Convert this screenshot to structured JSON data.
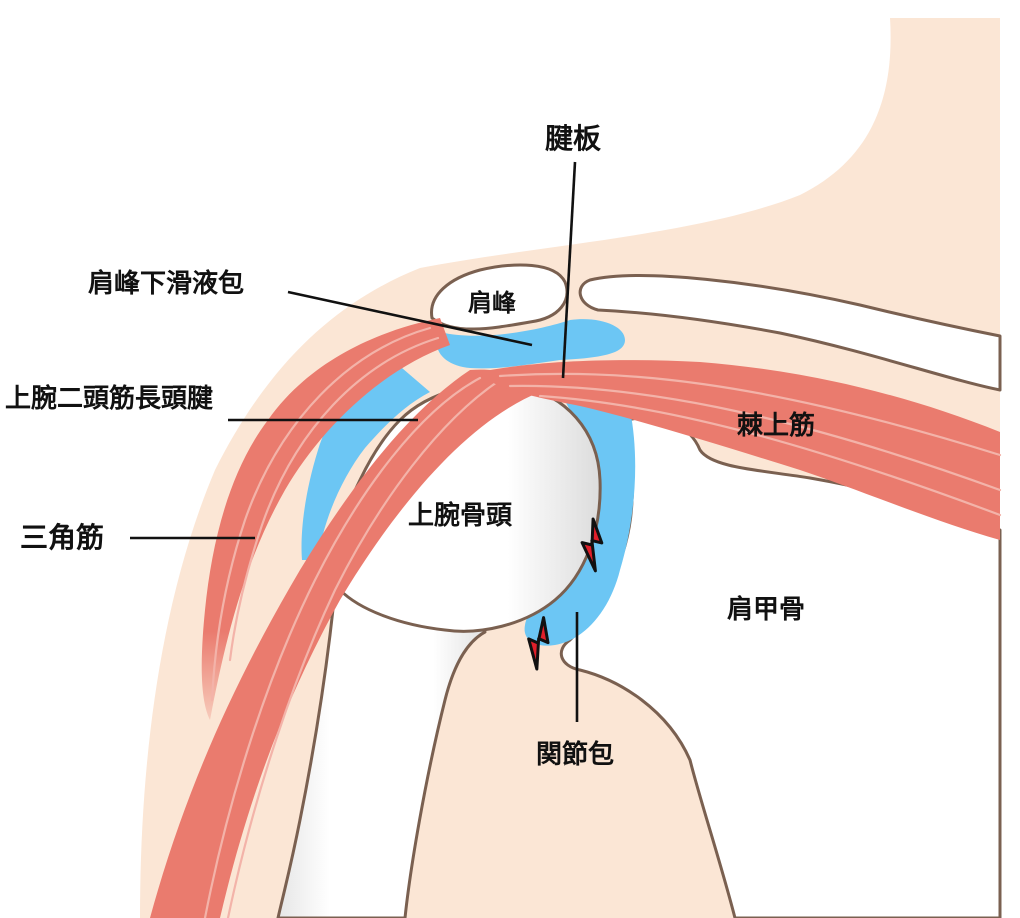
{
  "colors": {
    "skin": "#fbe6d5",
    "bone": "#ffffff",
    "bone_shade": "#e4e4e4",
    "bone_outline": "#7a6050",
    "bursa": "#6cc6f4",
    "muscle": "#ea7b6e",
    "muscle_dark": "#d95f54",
    "muscle_fiber": "#f3b3a9",
    "pain_mark": "#e01f2a",
    "label_text": "#111111"
  },
  "labels": {
    "tendon_plate": "腱板",
    "subacromial_bursa": "肩峰下滑液包",
    "acromion": "肩峰",
    "biceps_long_head_tendon": "上腕二頭筋長頭腱",
    "supraspinatus": "棘上筋",
    "deltoid": "三角筋",
    "humeral_head": "上腕骨頭",
    "scapula": "肩甲骨",
    "joint_capsule": "関節包"
  },
  "icons": {
    "pain": "lightning-bolt-icon"
  }
}
